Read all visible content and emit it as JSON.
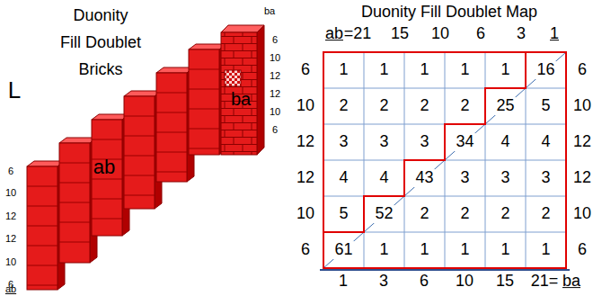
{
  "diagram": {
    "labels": [
      "Duonity",
      "Fill Doublet",
      "Bricks",
      "L",
      "ab",
      "ba",
      "6",
      "10",
      "12",
      "12",
      "10",
      "6",
      "ab",
      "ba",
      "6",
      "10",
      "12",
      "12",
      "10",
      "6",
      "Duonity Fill Doublet Map",
      "ab",
      "=21",
      "15",
      "10",
      "6",
      "3",
      "1",
      "6",
      "10",
      "12",
      "12",
      "10",
      "6",
      "6",
      "10",
      "12",
      "12",
      "10",
      "6",
      "1",
      "1",
      "1",
      "1",
      "1",
      "16",
      "2",
      "2",
      "2",
      "2",
      "25",
      "5",
      "3",
      "3",
      "3",
      "34",
      "4",
      "4",
      "4",
      "4",
      "43",
      "3",
      "3",
      "3",
      "5",
      "52",
      "2",
      "2",
      "2",
      "2",
      "61",
      "1",
      "1",
      "1",
      "1",
      "1",
      "1",
      "3",
      "6",
      "10",
      "15",
      "21=",
      "ba"
    ]
  }
}
